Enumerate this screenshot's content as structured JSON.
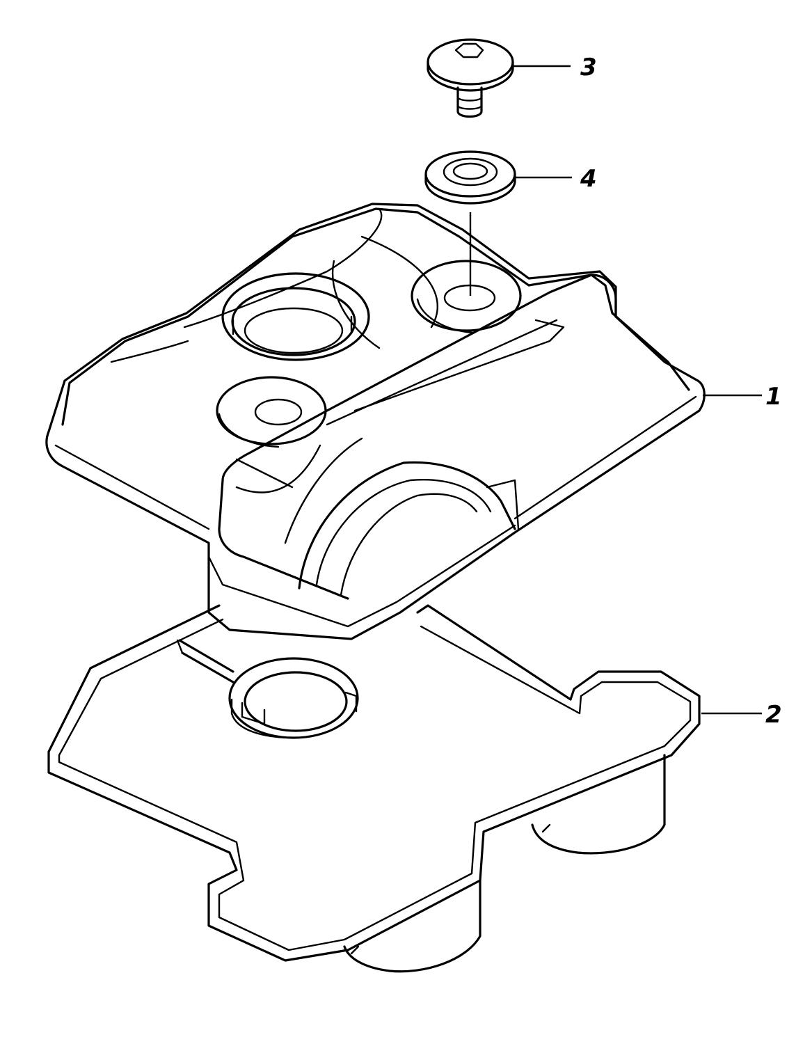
{
  "callouts": [
    {
      "id": "1"
    },
    {
      "id": "2"
    },
    {
      "id": "3"
    },
    {
      "id": "4"
    }
  ]
}
